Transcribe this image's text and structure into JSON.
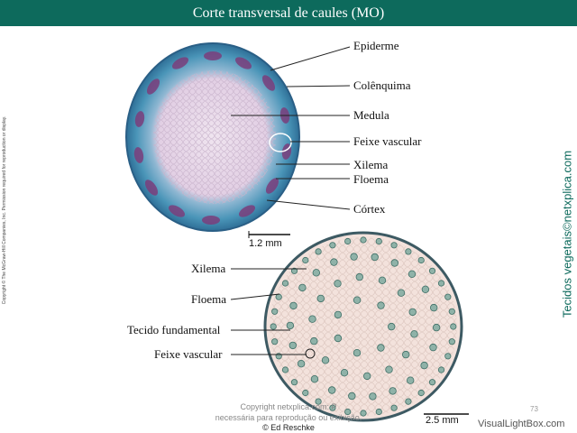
{
  "title": "Corte transversal de caules (MO)",
  "left_copyright": "Copyright © The McGraw-Hill Companies, Inc. Permission required for reproduction or display.",
  "right_caption": "Tecidos vegetais©netxplica.com",
  "top_section": {
    "labels": [
      "Epiderme",
      "Colênquima",
      "Medula",
      "Feixe vascular",
      "Xilema",
      "Floema",
      "Córtex"
    ],
    "scale": "1.2 mm"
  },
  "bottom_section": {
    "labels": [
      "Xilema",
      "Floema",
      "Tecido fundamental",
      "Feixe vascular"
    ],
    "scale": "2.5 mm"
  },
  "footer": {
    "line1": "Copyright netxplica.com: P",
    "line2": "necessária para reprodução ou exibição.",
    "line3": "© Ed Reschke",
    "page_number": "73",
    "watermark": "VisualLightBox.com"
  },
  "colors": {
    "title_bg": "#0d6a5c",
    "dicot_outer": "#3f8fb0",
    "dicot_inner": "#e9dbe9",
    "monocot_fill": "#f3e2dc",
    "monocot_rim": "#3d5a63"
  }
}
